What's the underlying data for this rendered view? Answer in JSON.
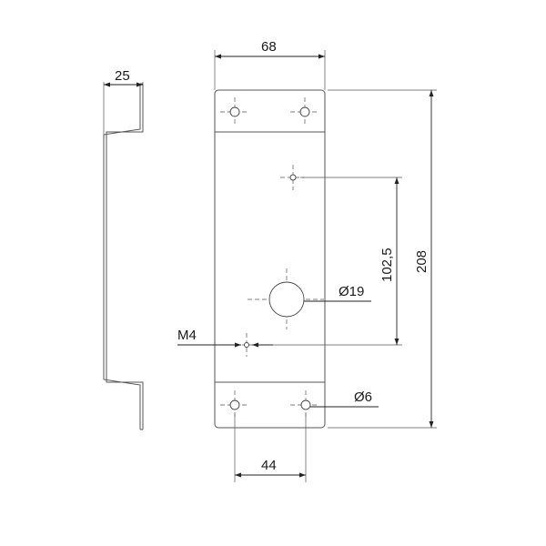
{
  "drawing": {
    "dimensions": {
      "side_depth": "25",
      "plate_width": "68",
      "plate_height": "208",
      "hole_offset": "102,5",
      "hole_spacing": "44"
    },
    "callouts": {
      "center_hole": "Ø19",
      "small_holes": "Ø6",
      "thread": "M4"
    }
  }
}
